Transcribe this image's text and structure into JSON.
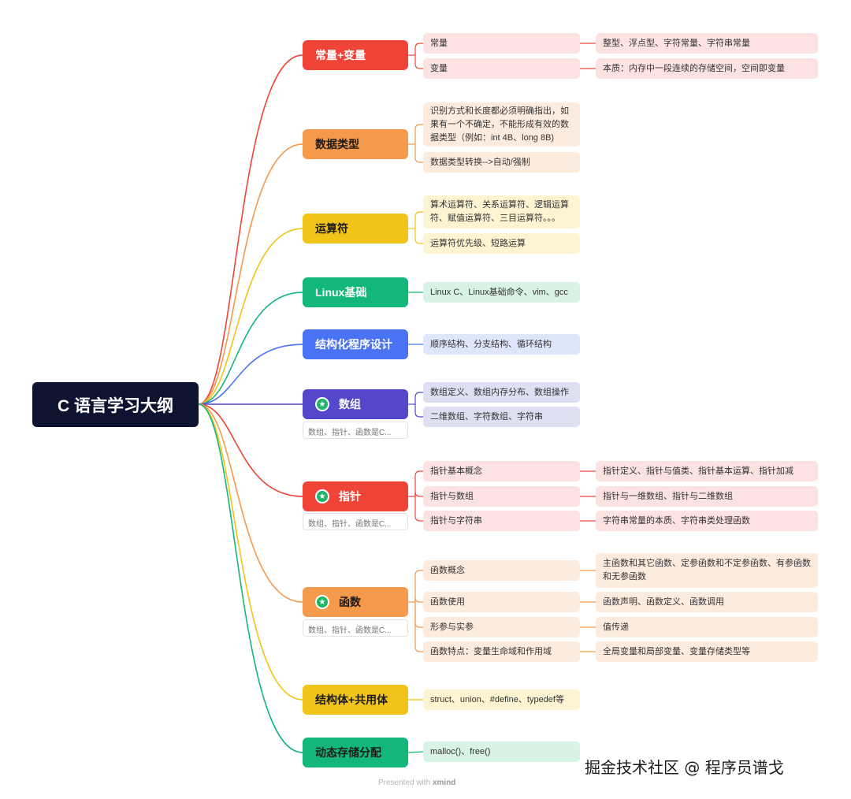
{
  "root": {
    "label": "C 语言学习大纲"
  },
  "branches": [
    {
      "label": "常量+变量",
      "color": "#f04438",
      "subs": [
        {
          "label": "常量",
          "detail": "整型、浮点型、字符常量、字符串常量"
        },
        {
          "label": "变量",
          "detail": "本质：内存中一段连续的存储空间，空间即变量"
        }
      ]
    },
    {
      "label": "数据类型",
      "color": "#f5994a",
      "subs": [
        {
          "label": "识别方式和长度都必须明确指出，如果有一个不确定，不能形成有效的数据类型（例如：int 4B、long 8B)"
        },
        {
          "label": "数据类型转换-->自动/强制"
        }
      ]
    },
    {
      "label": "运算符",
      "color": "#f2c318",
      "subs": [
        {
          "label": "算术运算符、关系运算符、逻辑运算符、赋值运算符、三目运算符。。。"
        },
        {
          "label": "运算符优先级、短路运算"
        }
      ]
    },
    {
      "label": "Linux基础",
      "color": "#14b77a",
      "subs": [
        {
          "label": "Linux C、Linux基础命令、vim、gcc"
        }
      ]
    },
    {
      "label": "结构化程序设计",
      "color": "#4a73f3",
      "subs": [
        {
          "label": "顺序结构、分支结构、循环结构"
        }
      ]
    },
    {
      "label": "数组",
      "color": "#5447c9",
      "starred": true,
      "note": "数组、指针、函数是C...",
      "subs": [
        {
          "label": "数组定义、数组内存分布、数组操作"
        },
        {
          "label": "二维数组、字符数组、字符串"
        }
      ]
    },
    {
      "label": "指针",
      "color": "#f04438",
      "starred": true,
      "note": "数组、指针、函数是C...",
      "subs": [
        {
          "label": "指针基本概念",
          "detail": "指针定义、指针与值类、指针基本运算、指针加减"
        },
        {
          "label": "指针与数组",
          "detail": "指针与一维数组、指针与二维数组"
        },
        {
          "label": "指针与字符串",
          "detail": "字符串常量的本质、字符串类处理函数"
        }
      ]
    },
    {
      "label": "函数",
      "color": "#f5994a",
      "starred": true,
      "note": "数组、指针、函数是C...",
      "subs": [
        {
          "label": "函数概念",
          "detail": "主函数和其它函数、定参函数和不定参函数、有参函数和无参函数"
        },
        {
          "label": "函数使用",
          "detail": "函数声明、函数定义、函数调用"
        },
        {
          "label": "形参与实参",
          "detail": "值传递"
        },
        {
          "label": "函数特点：变量生命域和作用域",
          "detail": "全局变量和局部变量、变量存储类型等"
        }
      ]
    },
    {
      "label": "结构体+共用体",
      "color": "#f2c318",
      "subs": [
        {
          "label": "struct、union、#define、typedef等"
        }
      ]
    },
    {
      "label": "动态存储分配",
      "color": "#14b77a",
      "subs": [
        {
          "label": "malloc()、free()"
        }
      ]
    }
  ],
  "watermark": "掘金技术社区 @ 程序员谱戈",
  "footer": {
    "prefix": "Presented with",
    "brand": "xmind"
  }
}
